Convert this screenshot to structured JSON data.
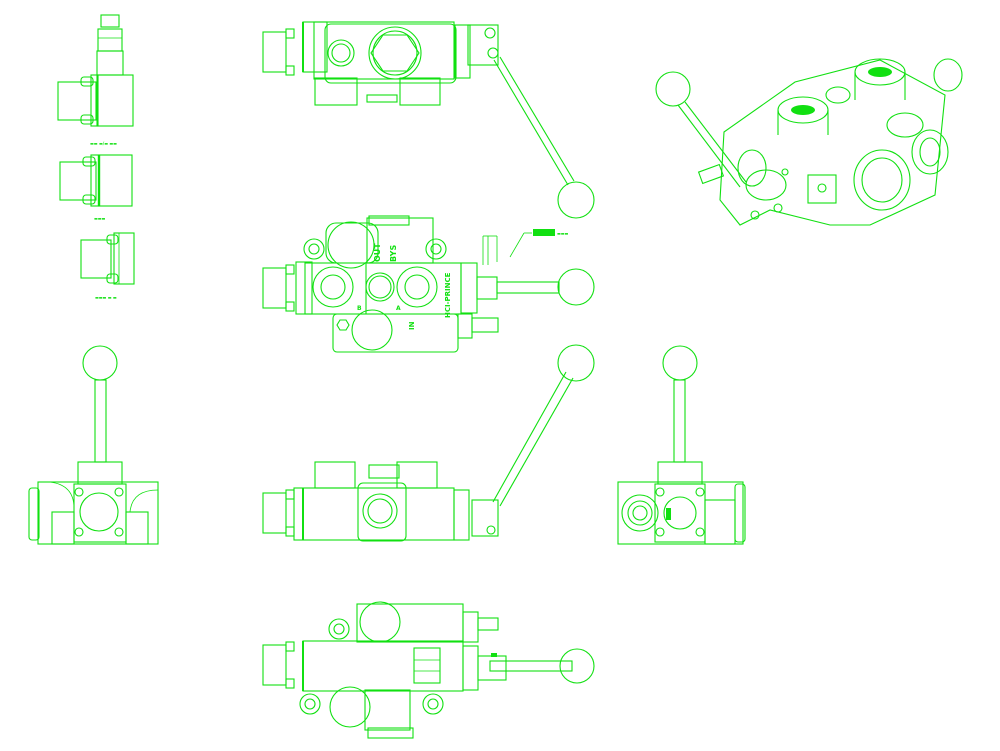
{
  "drawing": {
    "line_color": "#11e011",
    "background": "#ffffff",
    "views": [
      {
        "id": "side-detail-stack",
        "label_1": "▬▬ ▬/▬ ▬▬",
        "label_2": "▬▬▬",
        "label_3": "▬▬▬ ▬ ▬"
      },
      {
        "id": "top-view"
      },
      {
        "id": "front-view-labeled",
        "port_labels": {
          "out": "OUT",
          "bys": "BYS",
          "b": "B",
          "a": "A",
          "in": "IN"
        },
        "brand": "HCI-PRINCE",
        "annotation": "▬▬▬"
      },
      {
        "id": "isometric-view"
      },
      {
        "id": "left-end-view"
      },
      {
        "id": "side-view-lever-raised"
      },
      {
        "id": "right-end-view"
      },
      {
        "id": "bottom-view"
      }
    ]
  }
}
